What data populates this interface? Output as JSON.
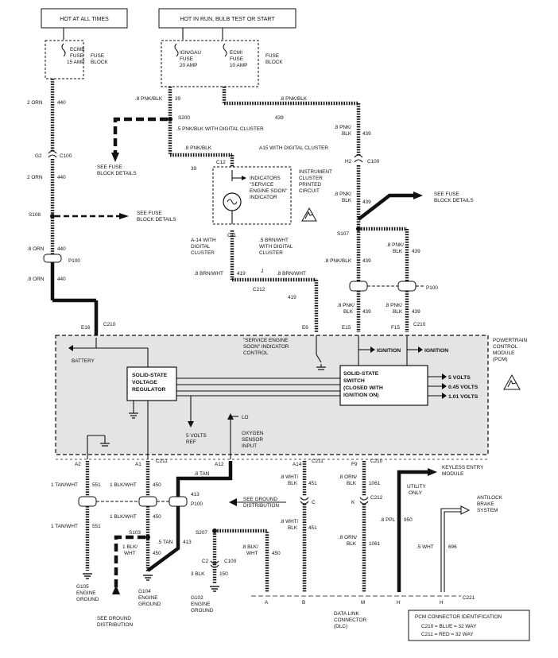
{
  "header": {
    "hot_at_all_times": "HOT AT ALL TIMES",
    "hot_in_run": "HOT IN RUN, BULB TEST OR START"
  },
  "fuses": {
    "ecmb": [
      "ECMB",
      "FUSE",
      "15 AMP"
    ],
    "ign_gau": [
      "IGN/GAU",
      "FUSE",
      "20 AMP"
    ],
    "ecmi": [
      "ECMI",
      "FUSE",
      "10 AMP"
    ],
    "fuse_block_1": [
      "FUSE",
      "BLOCK"
    ],
    "fuse_block_2": [
      "FUSE",
      "BLOCK"
    ]
  },
  "left_wires": {
    "w1": "2 ORN",
    "c1": "440",
    "g2": "G2",
    "c100": "C100",
    "w2": "2 ORN",
    "c2": "440",
    "s108": "S108",
    "see_fuse": [
      "SEE FUSE",
      "BLOCK DETAILS"
    ],
    "w3": ".8 ORN",
    "c3": "440",
    "p100": "P100",
    "w4": ".8 ORN",
    "c4": "440"
  },
  "mid_wires": {
    "pnk_blk_39": ".8 PNK/BLK",
    "c39": "39",
    "s200": "S200",
    "see_fuse": [
      "SEE FUSE",
      "BLOCK DETAILS"
    ],
    "digital_1": ".5 PNK/BLK WITH DIGITAL CLUSTER",
    "pnk_blk_2": ".8 PNK/BLK",
    "a15": "A15 WITH DIGITAL CLUSTER",
    "c12": "C12",
    "c39b": "39",
    "c11": "C11",
    "a14": [
      "A-14 WITH",
      "DIGITAL",
      "CLUSTER"
    ],
    "brn_wht_digital": [
      ".5 BRN/WHT",
      "WITH DIGITAL",
      "CLUSTER"
    ],
    "brn_wht_1": ".8 BRN/WHT",
    "c419": "419",
    "j": "J",
    "brn_wht_2": ".8 BRN/WHT",
    "c212": "C212",
    "c419b": "419"
  },
  "cluster": {
    "indicators": [
      "INDICATORS",
      "\"SERVICE",
      "ENGINE SOON\"",
      "INDICATOR"
    ],
    "label": [
      "INSTRUMENT",
      "CLUSTER",
      "PRINTED",
      "CIRCUIT"
    ]
  },
  "right_wires": {
    "top_pnk": ".8 PNK/BLK",
    "c439": "439",
    "pnk1": [
      ".8 PNK/",
      "BLK"
    ],
    "c439a": "439",
    "h2": "H2",
    "c100": "C100",
    "pnk2": [
      ".8 PNK/",
      "BLK"
    ],
    "c439b": "439",
    "see_fuse": [
      "SEE FUSE",
      "BLOCK DETAILS"
    ],
    "s107": "S107",
    "pnk3": [
      ".8 PNK/",
      "BLK"
    ],
    "c439c": "439",
    "pnk4": ".8 PNK/BLK",
    "c439d": "439",
    "p100": "P100",
    "pnk5": [
      ".8 PNK/",
      "BLK"
    ],
    "c439e": "439",
    "pnk6": [
      ".8 PNK/",
      "BLK"
    ],
    "c439f": "439"
  },
  "pcm": {
    "e16": "E16",
    "c210": "C210",
    "e6": "E6",
    "e15": "E15",
    "f15": "F15",
    "c210b": "C210",
    "battery": "BATTERY",
    "ses_control": [
      "\"SERVICE ENGINE",
      "SOON\" INDICATOR",
      "CONTROL"
    ],
    "regulator": [
      "SOLID-STATE",
      "VOLTAGE",
      "REGULATOR"
    ],
    "switch": [
      "SOLID-STATE",
      "SWITCH",
      "(CLOSED WITH",
      "IGNITION ON)"
    ],
    "ignition1": "IGNITION",
    "ignition2": "IGNITION",
    "v5": "5 VOLTS",
    "v045": "0.45 VOLTS",
    "v101": "1.01 VOLTS",
    "five_volts_ref": [
      "5 VOLTS",
      "REF"
    ],
    "lo": "LO",
    "oxygen": [
      "OXYGEN",
      "SENSOR",
      "INPUT"
    ],
    "module_label": [
      "POWERTRAIN",
      "CONTROL",
      "MODULE",
      "(PCM)"
    ]
  },
  "bottom": {
    "a2": "A2",
    "a1": "A1",
    "c211": "C211",
    "a12": "A12",
    "a14": "A14",
    "c211b": "C211",
    "f9": "F9",
    "c210": "C210",
    "keyless": [
      "KEYLESS ENTRY",
      "MODULE"
    ],
    "tan_wht_1": "1 TAN/WHT",
    "c551": "551",
    "blk_wht_1": "1 BLK/WHT",
    "c450": "450",
    "tan_8": ".8 TAN",
    "c413": "413",
    "p100": "P100",
    "see_ground": [
      "SEE GROUND",
      "DISTRIBUTION"
    ],
    "wht_blk_1": [
      ".8 WHT/",
      "BLK"
    ],
    "c451": "451",
    "orn_blk_1": [
      ".8 ORN/",
      "BLK"
    ],
    "c1061": "1061",
    "utility": [
      "UTILITY",
      "ONLY"
    ],
    "c": "C",
    "k": "K",
    "c212": "C212",
    "antilock": [
      "ANTILOCK",
      "BRAKE",
      "SYSTEM"
    ],
    "tan_wht_2": "1 TAN/WHT",
    "c551b": "551",
    "blk_wht_2": "1 BLK/WHT",
    "c450b": "450",
    "ppl": ".8 PPL",
    "c950": "950",
    "s103": "S103",
    "s207": "S207",
    "blk_wht_3": [
      "1 BLK/",
      "WHT"
    ],
    "c450c": "450",
    "tan_5": ".5 TAN",
    "c413b": "413",
    "wht_blk_2": [
      ".8 WHT/",
      "BLK"
    ],
    "c451b": "451",
    "orn_blk_2": [
      ".8 ORN/",
      "BLK"
    ],
    "c1061b": "1061",
    "blk_wht_4": [
      ".8 BLK/",
      "WHT"
    ],
    "c450d": "450",
    "c2": "C2",
    "c100": "C100",
    "wht_5": ".5 WHT",
    "c696": "696",
    "blk_3": "3 BLK",
    "c150": "150",
    "g105": [
      "G105",
      "ENGINE",
      "GROUND"
    ],
    "g104": [
      "G104",
      "ENGINE",
      "GROUND"
    ],
    "g102": [
      "G102",
      "ENGINE",
      "GROUND"
    ],
    "see_ground_2": [
      "SEE GROUND",
      "DISTRIBUTION"
    ],
    "pin_a": "A",
    "pin_b": "B",
    "pin_m": "M",
    "pin_h1": "H",
    "pin_h2": "H",
    "c221": "C221",
    "dlc": [
      "DATA LINK",
      "CONNECTOR",
      "(DLC)"
    ]
  },
  "legend": {
    "title": "PCM CONNECTOR IDENTIFICATION",
    "line1": "C210 = BLUE  = 32 WAY",
    "line2": "C211 = RED   = 32 WAY"
  }
}
